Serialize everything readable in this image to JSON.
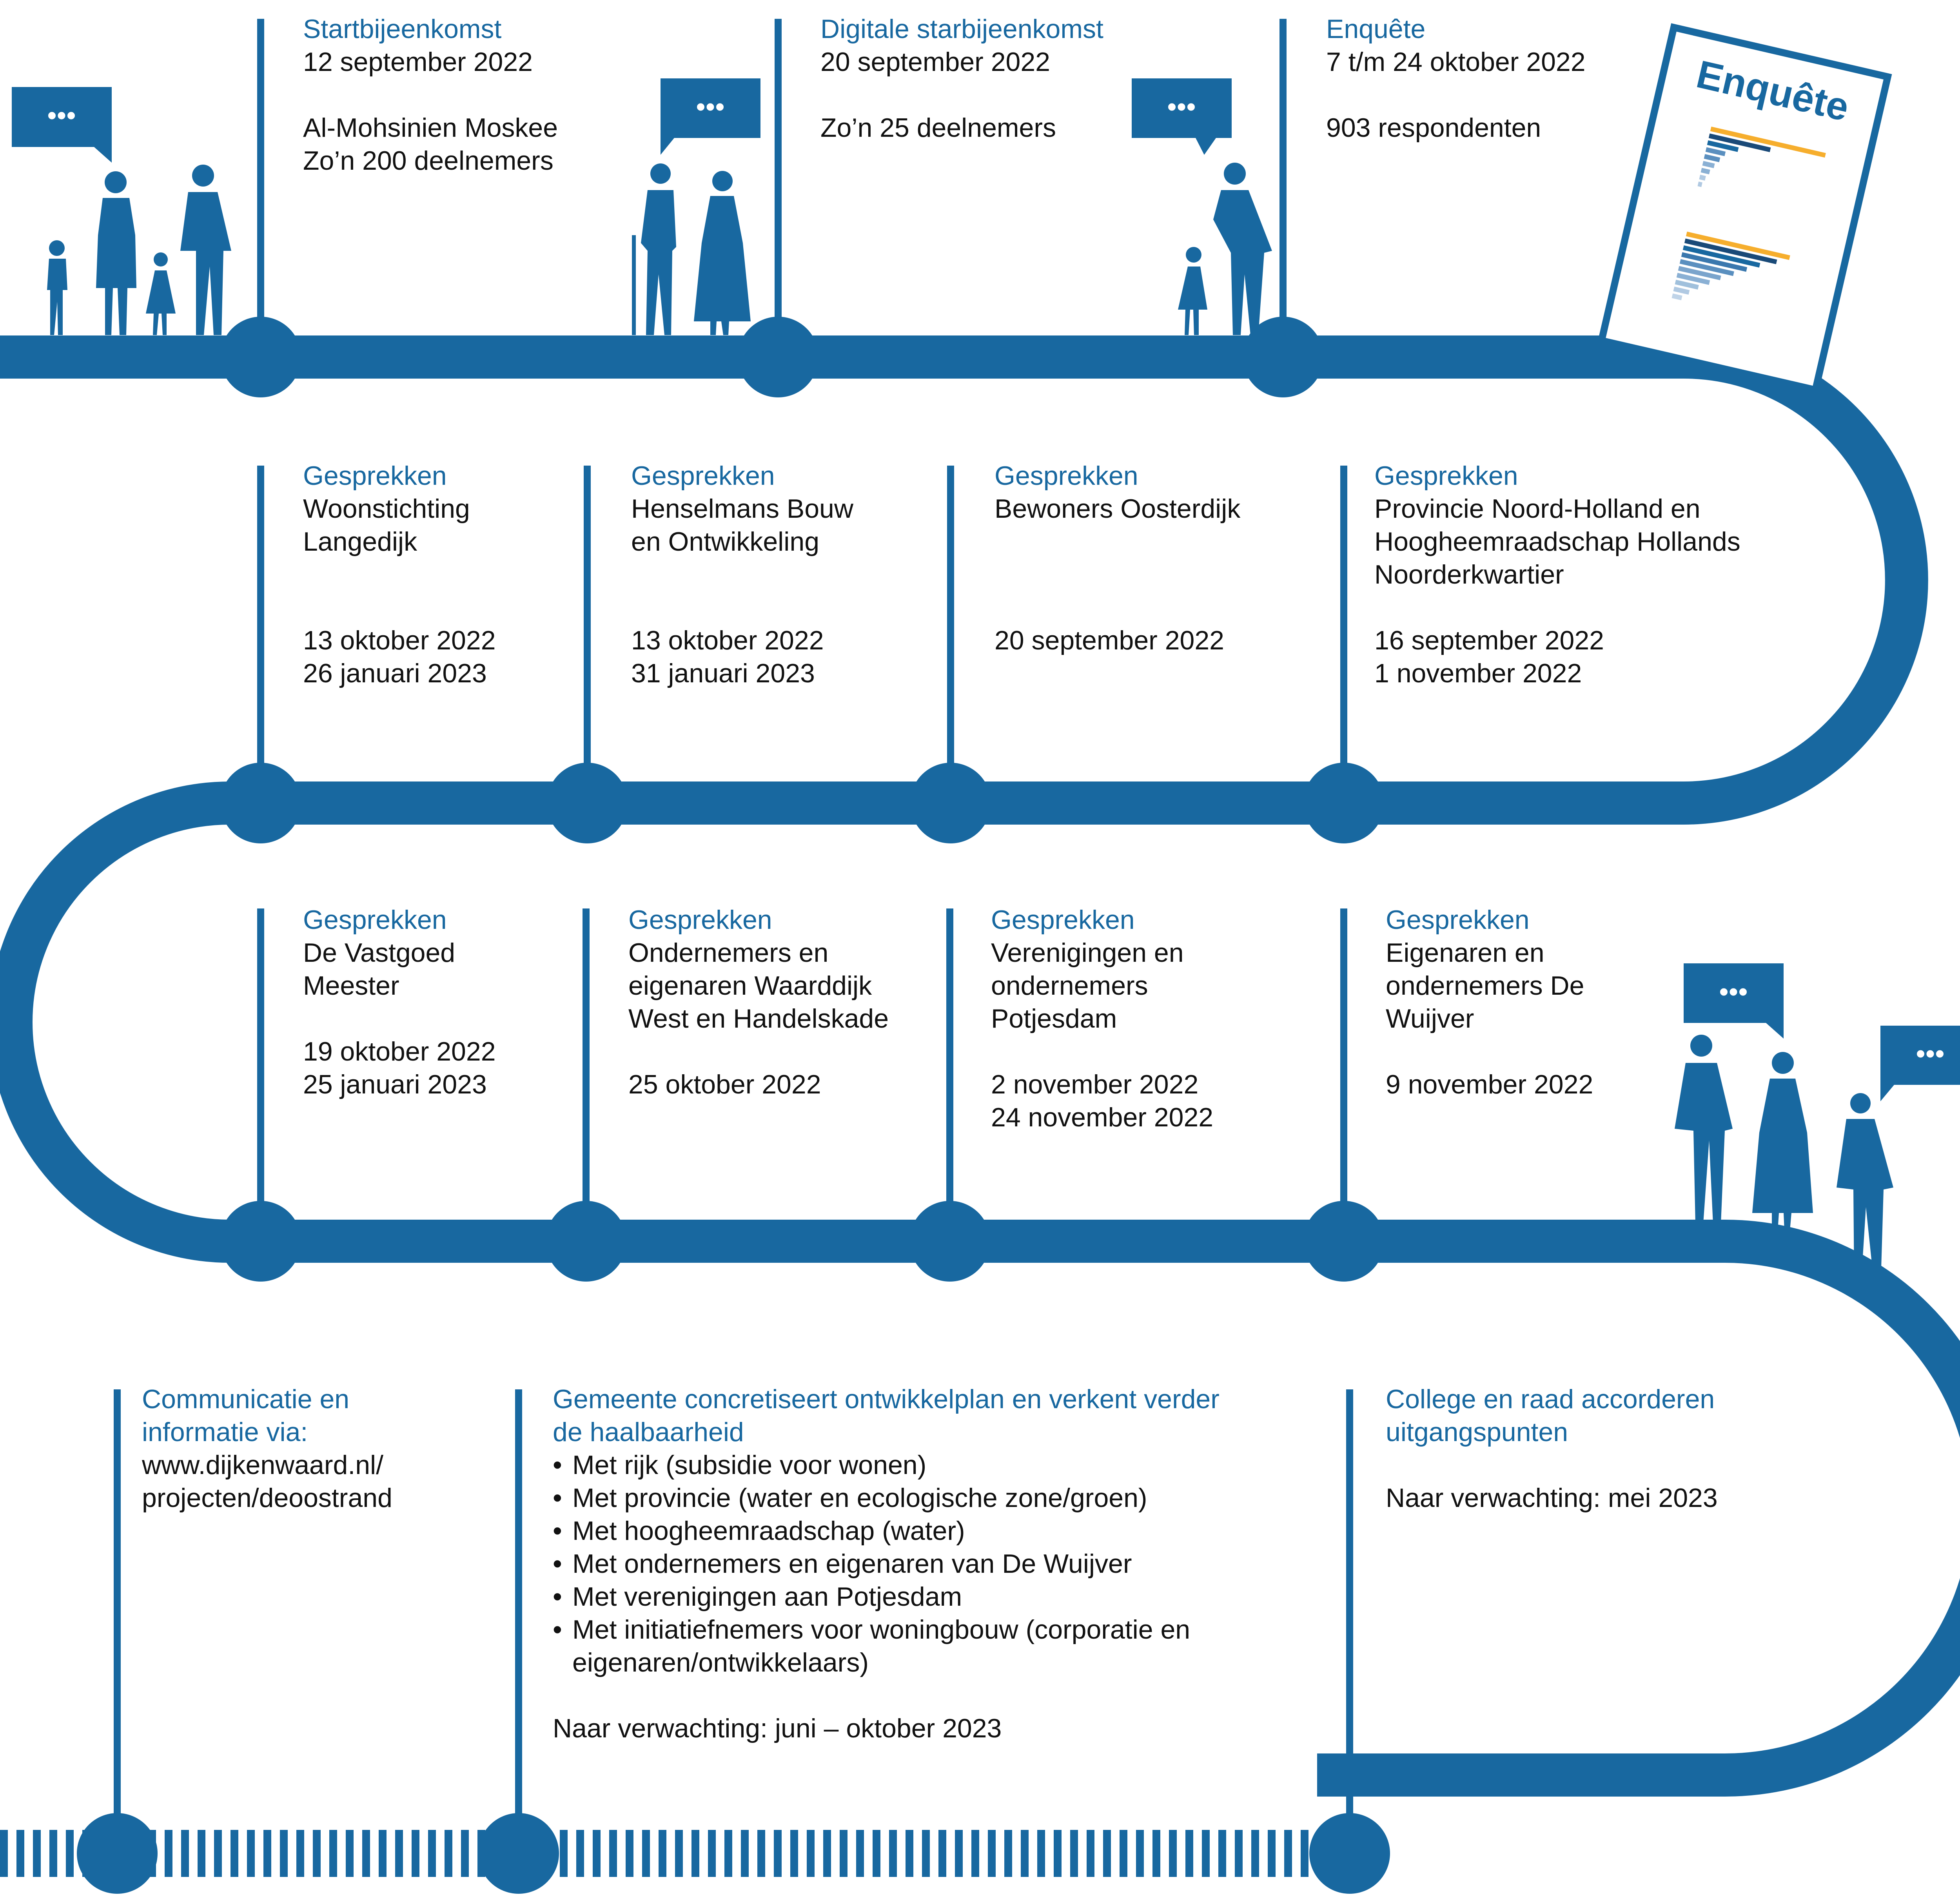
{
  "colors": {
    "accent": "#1868a0",
    "text": "#111111",
    "poster_bar_orange": "#f6ae2d",
    "poster_bar_dark": "#1a4a78"
  },
  "row1": [
    {
      "title": "Startbijeenkomst",
      "lines": [
        "12 september 2022",
        "",
        "Al-Mohsinien Moskee",
        "Zo’n 200 deelnemers"
      ]
    },
    {
      "title": "Digitale starbijeenkomst",
      "lines": [
        "20 september 2022",
        "",
        "Zo’n 25 deelnemers"
      ]
    },
    {
      "title": "Enquête",
      "lines": [
        "7 t/m 24 oktober 2022",
        "",
        "903 respondenten"
      ]
    }
  ],
  "row2": [
    {
      "title": "Gesprekken",
      "lines": [
        "Woonstichting",
        "Langedijk",
        "",
        "",
        "13 oktober 2022",
        "26 januari 2023"
      ]
    },
    {
      "title": "Gesprekken",
      "lines": [
        "Henselmans Bouw",
        "en Ontwikkeling",
        "",
        "",
        "13 oktober 2022",
        "31 januari 2023"
      ]
    },
    {
      "title": "Gesprekken",
      "lines": [
        "Bewoners Oosterdijk",
        "",
        "",
        "",
        "20 september 2022"
      ]
    },
    {
      "title": "Gesprekken",
      "lines": [
        "Provincie Noord-Holland en",
        "Hoogheemraadschap Hollands",
        "Noorderkwartier",
        "",
        "16 september 2022",
        "1 november 2022"
      ]
    }
  ],
  "row3": [
    {
      "title": "Gesprekken",
      "lines": [
        "De Vastgoed",
        "Meester",
        "",
        "19 oktober 2022",
        "25 januari 2023"
      ]
    },
    {
      "title": "Gesprekken",
      "lines": [
        "Ondernemers en",
        "eigenaren Waarddijk",
        "West en Handelskade",
        "",
        "25 oktober 2022"
      ]
    },
    {
      "title": "Gesprekken",
      "lines": [
        "Verenigingen en",
        "ondernemers",
        "Potjesdam",
        "",
        "2 november 2022",
        "24 november 2022"
      ]
    },
    {
      "title": "Gesprekken",
      "lines": [
        "Eigenaren en",
        "ondernemers De",
        "Wuijver",
        "",
        "9 november 2022"
      ]
    }
  ],
  "row4": {
    "communicatie": {
      "title_lines": [
        "Communicatie en",
        "informatie via:"
      ],
      "lines": [
        "www.dijkenwaard.nl/",
        "projecten/deoostrand"
      ]
    },
    "gemeente": {
      "title_lines": [
        "Gemeente concretiseert ontwikkelplan en verkent verder",
        "de haalbaarheid"
      ],
      "bullets": [
        "Met rijk (subsidie voor wonen)",
        "Met provincie (water en ecologische zone/groen)",
        "Met hoogheemraadschap (water)",
        "Met ondernemers en eigenaren van De Wuijver",
        "Met verenigingen aan Potjesdam",
        "Met initiatiefnemers voor woningbouw (corporatie en",
        "eigenaren/ontwikkelaars)"
      ],
      "footer": "Naar verwachting: juni – oktober 2023"
    },
    "college": {
      "title_lines": [
        "College en raad accorderen",
        "uitgangspunten"
      ],
      "lines": [
        "",
        "Naar verwachting: mei 2023"
      ]
    }
  },
  "enquete_poster": {
    "title": "Enquête"
  },
  "speech_bubble": {
    "text": "•••"
  }
}
